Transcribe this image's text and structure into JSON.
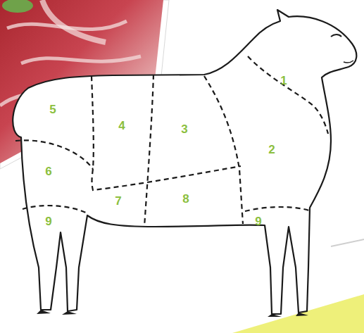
{
  "diagram": {
    "labels": [
      "1",
      "2",
      "3",
      "4",
      "5",
      "6",
      "7",
      "8",
      "9",
      "9"
    ]
  }
}
